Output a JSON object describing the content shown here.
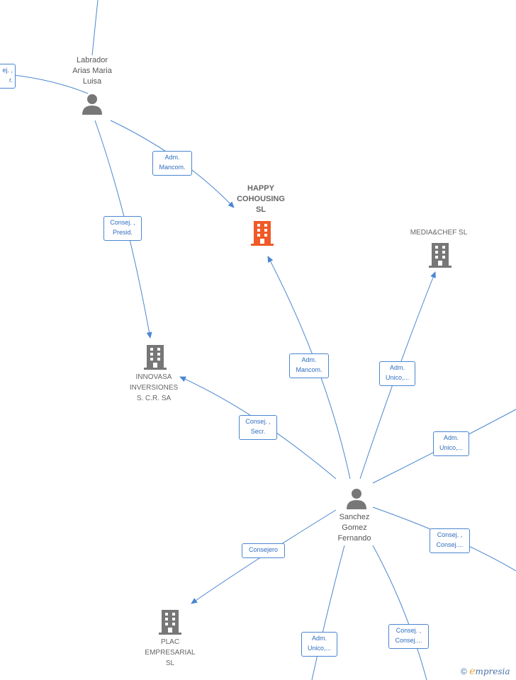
{
  "colors": {
    "edge": "#4a86d0",
    "person": "#777777",
    "company": "#777777",
    "highlight": "#f05a28"
  },
  "nodes": {
    "labrador": {
      "label_lines": [
        "Labrador",
        "Arias Maria",
        "Luisa"
      ],
      "icon": "person-icon"
    },
    "sanchez": {
      "label_lines": [
        "Sanchez",
        "Gomez",
        "Fernando"
      ],
      "icon": "person-icon"
    },
    "happy": {
      "label_lines": [
        "HAPPY",
        "COHOUSING",
        "SL"
      ],
      "icon": "building-icon",
      "highlight": true
    },
    "mediachef": {
      "label_lines": [
        "MEDIA&CHEF SL"
      ],
      "icon": "building-icon"
    },
    "innovasa": {
      "label_lines": [
        "INNOVASA",
        "INVERSIONES",
        "S. C.R. SA"
      ],
      "icon": "building-icon"
    },
    "plac": {
      "label_lines": [
        "PLAC",
        "EMPRESARIAL",
        "SL"
      ],
      "icon": "building-icon"
    }
  },
  "edge_labels": {
    "e1": [
      "ej. ,",
      "r."
    ],
    "e2": [
      "Adm.",
      "Mancom."
    ],
    "e3": [
      "Consej. ,",
      "Presid."
    ],
    "e4": [
      "Adm.",
      "Mancom."
    ],
    "e5": [
      "Adm.",
      "Unico,..."
    ],
    "e6": [
      "Consej. ,",
      "Secr."
    ],
    "e7": [
      "Adm.",
      "Unico,..."
    ],
    "e8": [
      "Consejero"
    ],
    "e9": [
      "Consej. ,",
      "Consej...."
    ],
    "e10": [
      "Adm.",
      "Unico,..."
    ],
    "e11": [
      "Consej. ,",
      "Consej...."
    ]
  },
  "brand": {
    "copyright": "©",
    "e": "e",
    "rest": "mpresia"
  }
}
